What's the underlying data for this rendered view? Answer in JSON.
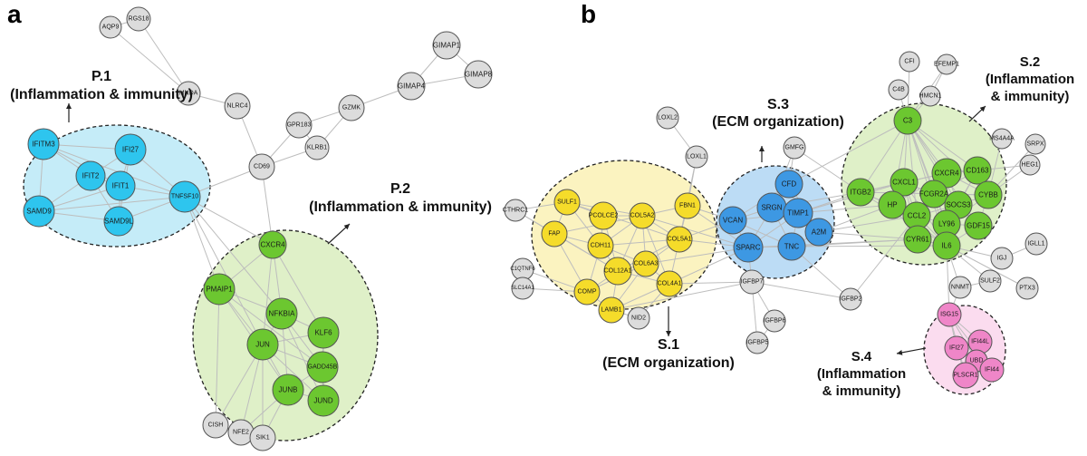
{
  "panels": [
    {
      "id": "a",
      "label": "a"
    },
    {
      "id": "b",
      "label": "b"
    }
  ],
  "colors": {
    "grey_node": "#dcdcdc",
    "blue_node": "#2ec5ee",
    "green_node": "#6cc730",
    "yellow_node": "#f5dc2a",
    "dblue_node": "#3d98e3",
    "pink_node": "#ef86c8",
    "blue_cluster": "#c5ecf8",
    "green_cluster": "#dff0c8",
    "yellow_cluster": "#fbf3c0",
    "dblue_cluster": "#bcdcf5",
    "pink_cluster": "#fbdcef",
    "edge": "#bdbdbd"
  },
  "annotations": [
    {
      "id": "P.1",
      "lines": [
        "P.1",
        "(Inflammation & immunity)"
      ]
    },
    {
      "id": "P.2",
      "lines": [
        "P.2",
        "(Inflammation & immunity)"
      ]
    },
    {
      "id": "S.1",
      "lines": [
        "S.1",
        "(ECM organization)"
      ]
    },
    {
      "id": "S.2",
      "lines": [
        "S.2",
        "(Inflammation",
        "& immunity)"
      ]
    },
    {
      "id": "S.3",
      "lines": [
        "S.3",
        "(ECM organization)"
      ]
    },
    {
      "id": "S.4",
      "lines": [
        "S.4",
        "(Inflammation",
        "& immunity)"
      ]
    }
  ],
  "clusters": [
    {
      "id": "P.1",
      "color": "blue_cluster"
    },
    {
      "id": "P.2",
      "color": "green_cluster"
    },
    {
      "id": "S.1",
      "color": "yellow_cluster"
    },
    {
      "id": "S.3",
      "color": "dblue_cluster"
    },
    {
      "id": "S.2",
      "color": "green_cluster"
    },
    {
      "id": "S.4",
      "color": "pink_cluster"
    }
  ],
  "nodes": [
    {
      "id": "AQP9",
      "label": "AQP9",
      "color": "grey_node"
    },
    {
      "id": "RGS18",
      "label": "RGS18",
      "color": "grey_node"
    },
    {
      "id": "MNDA",
      "label": "MNDA",
      "color": "grey_node"
    },
    {
      "id": "NLRC4",
      "label": "NLRC4",
      "color": "grey_node"
    },
    {
      "id": "CD69",
      "label": "CD69",
      "color": "grey_node"
    },
    {
      "id": "GPR183",
      "label": "GPR183",
      "color": "grey_node"
    },
    {
      "id": "KLRB1",
      "label": "KLRB1",
      "color": "grey_node"
    },
    {
      "id": "GZMK",
      "label": "GZMK",
      "color": "grey_node"
    },
    {
      "id": "GIMAP4",
      "label": "GIMAP4",
      "color": "grey_node"
    },
    {
      "id": "GIMAP1",
      "label": "GIMAP1",
      "color": "grey_node"
    },
    {
      "id": "GIMAP8",
      "label": "GIMAP8",
      "color": "grey_node"
    },
    {
      "id": "IFITM3",
      "label": "IFITM3",
      "color": "blue_node"
    },
    {
      "id": "IFI27",
      "label": "IFI27",
      "color": "blue_node"
    },
    {
      "id": "IFIT2",
      "label": "IFIT2",
      "color": "blue_node"
    },
    {
      "id": "IFIT1",
      "label": "IFIT1",
      "color": "blue_node"
    },
    {
      "id": "SAMD9",
      "label": "SAMD9",
      "color": "blue_node"
    },
    {
      "id": "TNFSF10",
      "label": "TNFSF10",
      "color": "blue_node"
    },
    {
      "id": "SAMD9L",
      "label": "SAMD9L",
      "color": "blue_node"
    },
    {
      "id": "CXCR4",
      "label": "CXCR4",
      "color": "green_node"
    },
    {
      "id": "PMAIP1",
      "label": "PMAIP1",
      "color": "green_node"
    },
    {
      "id": "NFKBIA",
      "label": "NFKBIA",
      "color": "green_node"
    },
    {
      "id": "KLF6",
      "label": "KLF6",
      "color": "green_node"
    },
    {
      "id": "JUN",
      "label": "JUN",
      "color": "green_node"
    },
    {
      "id": "GADD45B",
      "label": "GADD45B",
      "color": "green_node"
    },
    {
      "id": "JUNB",
      "label": "JUNB",
      "color": "green_node"
    },
    {
      "id": "JUND",
      "label": "JUND",
      "color": "green_node"
    },
    {
      "id": "CISH",
      "label": "CISH",
      "color": "grey_node"
    },
    {
      "id": "NFE2",
      "label": "NFE2",
      "color": "grey_node"
    },
    {
      "id": "SIK1",
      "label": "SIK1",
      "color": "grey_node"
    },
    {
      "id": "LOXL2",
      "label": "LOXL2",
      "color": "grey_node"
    },
    {
      "id": "LOXL1",
      "label": "LOXL1",
      "color": "grey_node"
    },
    {
      "id": "GMFG",
      "label": "GMFG",
      "color": "grey_node"
    },
    {
      "id": "CTHRC1",
      "label": "CTHRC1",
      "color": "grey_node"
    },
    {
      "id": "C1QTNF6",
      "label": "C1QTNF6",
      "color": "grey_node"
    },
    {
      "id": "SLC14A1",
      "label": "SLC14A1",
      "color": "grey_node"
    },
    {
      "id": "NID2",
      "label": "NID2",
      "color": "grey_node"
    },
    {
      "id": "IGFBP7",
      "label": "IGFBP7",
      "color": "grey_node"
    },
    {
      "id": "IGFBP6",
      "label": "IGFBP6",
      "color": "grey_node"
    },
    {
      "id": "IGFBP5",
      "label": "IGFBP5",
      "color": "grey_node"
    },
    {
      "id": "IGFBP2",
      "label": "IGFBP2",
      "color": "grey_node"
    },
    {
      "id": "SULF1",
      "label": "SULF1",
      "color": "yellow_node"
    },
    {
      "id": "FAP",
      "label": "FAP",
      "color": "yellow_node"
    },
    {
      "id": "PCOLCE2",
      "label": "PCOLCE2",
      "color": "yellow_node"
    },
    {
      "id": "CDH11",
      "label": "CDH11",
      "color": "yellow_node"
    },
    {
      "id": "COL5A2",
      "label": "COL5A2",
      "color": "yellow_node"
    },
    {
      "id": "COL5A1",
      "label": "COL5A1",
      "color": "yellow_node"
    },
    {
      "id": "FBN1",
      "label": "FBN1",
      "color": "yellow_node"
    },
    {
      "id": "COL12A1",
      "label": "COL12A1",
      "color": "yellow_node"
    },
    {
      "id": "COL6A3",
      "label": "COL6A3",
      "color": "yellow_node"
    },
    {
      "id": "COL4A1",
      "label": "COL4A1",
      "color": "yellow_node"
    },
    {
      "id": "COMP",
      "label": "COMP",
      "color": "yellow_node"
    },
    {
      "id": "LAMB1",
      "label": "LAMB1",
      "color": "yellow_node"
    },
    {
      "id": "CFD",
      "label": "CFD",
      "color": "dblue_node"
    },
    {
      "id": "SRGN",
      "label": "SRGN",
      "color": "dblue_node"
    },
    {
      "id": "TIMP1",
      "label": "TIMP1",
      "color": "dblue_node"
    },
    {
      "id": "VCAN",
      "label": "VCAN",
      "color": "dblue_node"
    },
    {
      "id": "A2M",
      "label": "A2M",
      "color": "dblue_node"
    },
    {
      "id": "SPARC",
      "label": "SPARC",
      "color": "dblue_node"
    },
    {
      "id": "TNC",
      "label": "TNC",
      "color": "dblue_node"
    },
    {
      "id": "CFI",
      "label": "CFI",
      "color": "grey_node"
    },
    {
      "id": "EFEMP1",
      "label": "EFEMP1",
      "color": "grey_node"
    },
    {
      "id": "C4B",
      "label": "C4B",
      "color": "grey_node"
    },
    {
      "id": "HMCN1",
      "label": "HMCN1",
      "color": "grey_node"
    },
    {
      "id": "MS4A4A",
      "label": "MS4A4A",
      "color": "grey_node"
    },
    {
      "id": "SRPX",
      "label": "SRPX",
      "color": "grey_node"
    },
    {
      "id": "HEG1",
      "label": "HEG1",
      "color": "grey_node"
    },
    {
      "id": "C3",
      "label": "C3",
      "color": "green_node"
    },
    {
      "id": "CXCR4b",
      "label": "CXCR4",
      "color": "green_node"
    },
    {
      "id": "CD163",
      "label": "CD163",
      "color": "green_node"
    },
    {
      "id": "ITGB2",
      "label": "ITGB2",
      "color": "green_node"
    },
    {
      "id": "CXCL1",
      "label": "CXCL1",
      "color": "green_node"
    },
    {
      "id": "FCGR2A",
      "label": "FCGR2A",
      "color": "green_node"
    },
    {
      "id": "SOCS3",
      "label": "SOCS3",
      "color": "green_node"
    },
    {
      "id": "CYBB",
      "label": "CYBB",
      "color": "green_node"
    },
    {
      "id": "HP",
      "label": "HP",
      "color": "green_node"
    },
    {
      "id": "CCL2",
      "label": "CCL2",
      "color": "green_node"
    },
    {
      "id": "LY96",
      "label": "LY96",
      "color": "green_node"
    },
    {
      "id": "GDF15",
      "label": "GDF15",
      "color": "green_node"
    },
    {
      "id": "CYR61",
      "label": "CYR61",
      "color": "green_node"
    },
    {
      "id": "IL6",
      "label": "IL6",
      "color": "green_node"
    },
    {
      "id": "IGJ",
      "label": "IGJ",
      "color": "grey_node"
    },
    {
      "id": "IGLL1",
      "label": "IGLL1",
      "color": "grey_node"
    },
    {
      "id": "SULF2",
      "label": "SULF2",
      "color": "grey_node"
    },
    {
      "id": "PTX3",
      "label": "PTX3",
      "color": "grey_node"
    },
    {
      "id": "NNMT",
      "label": "NNMT",
      "color": "grey_node"
    },
    {
      "id": "ISG15",
      "label": "ISG15",
      "color": "pink_node"
    },
    {
      "id": "IFI44L",
      "label": "IFI44L",
      "color": "pink_node"
    },
    {
      "id": "IFI27b",
      "label": "IFI27",
      "color": "pink_node"
    },
    {
      "id": "UBD",
      "label": "UBD",
      "color": "pink_node"
    },
    {
      "id": "IFI44",
      "label": "IFI44",
      "color": "pink_node"
    },
    {
      "id": "PLSCR1",
      "label": "PLSCR1",
      "color": "pink_node"
    }
  ]
}
